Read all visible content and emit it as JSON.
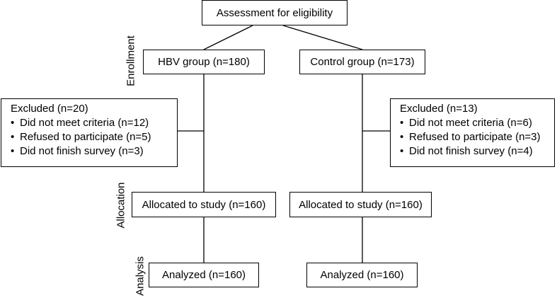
{
  "assessment": "Assessment for eligibility",
  "stages": {
    "enrollment": "Enrollment",
    "allocation": "Allocation",
    "analysis": "Analysis"
  },
  "left": {
    "group": "HBV group (n=180)",
    "excluded": {
      "title": "Excluded (n=20)",
      "reasons": [
        "Did not meet criteria (n=12)",
        "Refused to participate (n=5)",
        "Did not finish survey (n=3)"
      ]
    },
    "allocated": "Allocated to study (n=160)",
    "analyzed": "Analyzed (n=160)"
  },
  "right": {
    "group": "Control group (n=173)",
    "excluded": {
      "title": "Excluded (n=13)",
      "reasons": [
        "Did not meet criteria (n=6)",
        "Refused to participate (n=3)",
        "Did not finish survey (n=4)"
      ]
    },
    "allocated": "Allocated to study (n=160)",
    "analyzed": "Analyzed (n=160)"
  }
}
